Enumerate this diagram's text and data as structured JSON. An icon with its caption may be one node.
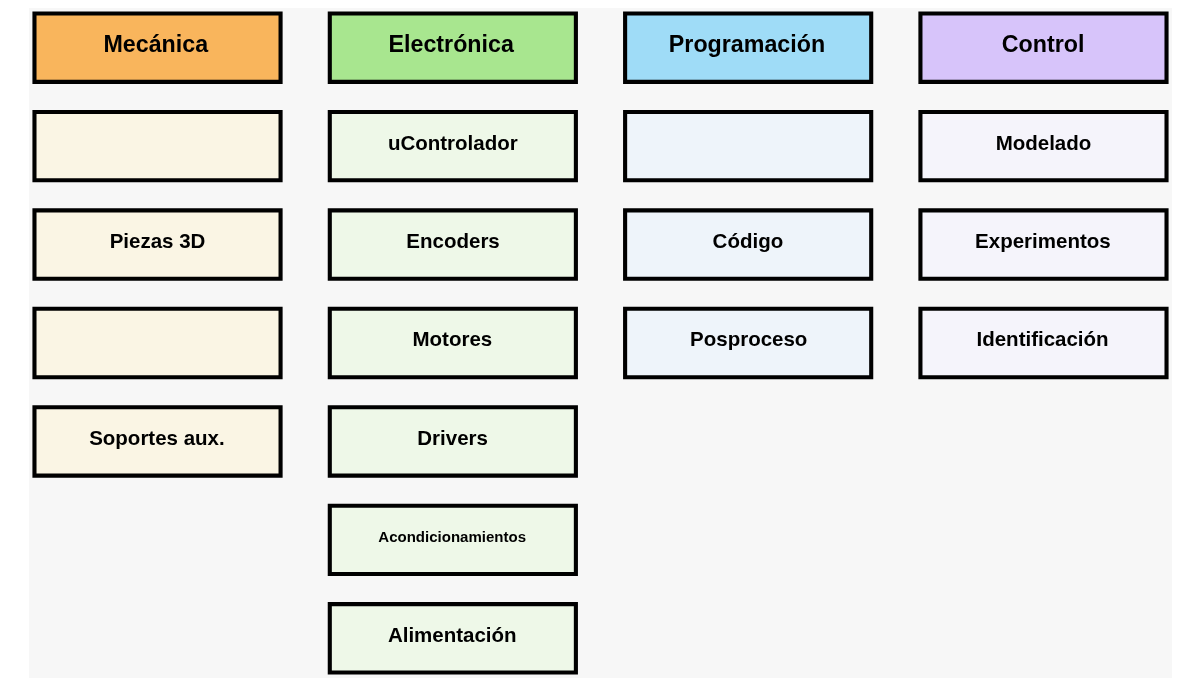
{
  "diagram": {
    "nodes": [
      {
        "text": [
          "Mecánica"
        ]
      },
      {
        "text": [],
        "shape": "box"
      },
      {
        "text": [
          "Piezas 3D"
        ]
      },
      {
        "text": [],
        "shape": "box"
      },
      {
        "text": [
          "Soportes aux."
        ]
      },
      {
        "text": [
          "Electrónica"
        ]
      },
      {
        "text": [
          "uControlador"
        ]
      },
      {
        "text": [
          "Encoders"
        ]
      },
      {
        "text": [
          "Motores"
        ]
      },
      {
        "text": [
          "Drivers"
        ]
      },
      {
        "text": [
          "Acondicionamientos"
        ]
      },
      {
        "text": [
          "Alimentación"
        ]
      },
      {
        "text": [
          "Programación"
        ]
      },
      {
        "text": [],
        "shape": "box"
      },
      {
        "text": [
          "Código"
        ]
      },
      {
        "text": [
          "Posproceso"
        ]
      },
      {
        "text": [
          "Control"
        ]
      },
      {
        "text": [
          "Modelado"
        ]
      },
      {
        "text": [
          "Experimentos"
        ]
      },
      {
        "text": [
          "Identificación"
        ]
      }
    ]
  }
}
